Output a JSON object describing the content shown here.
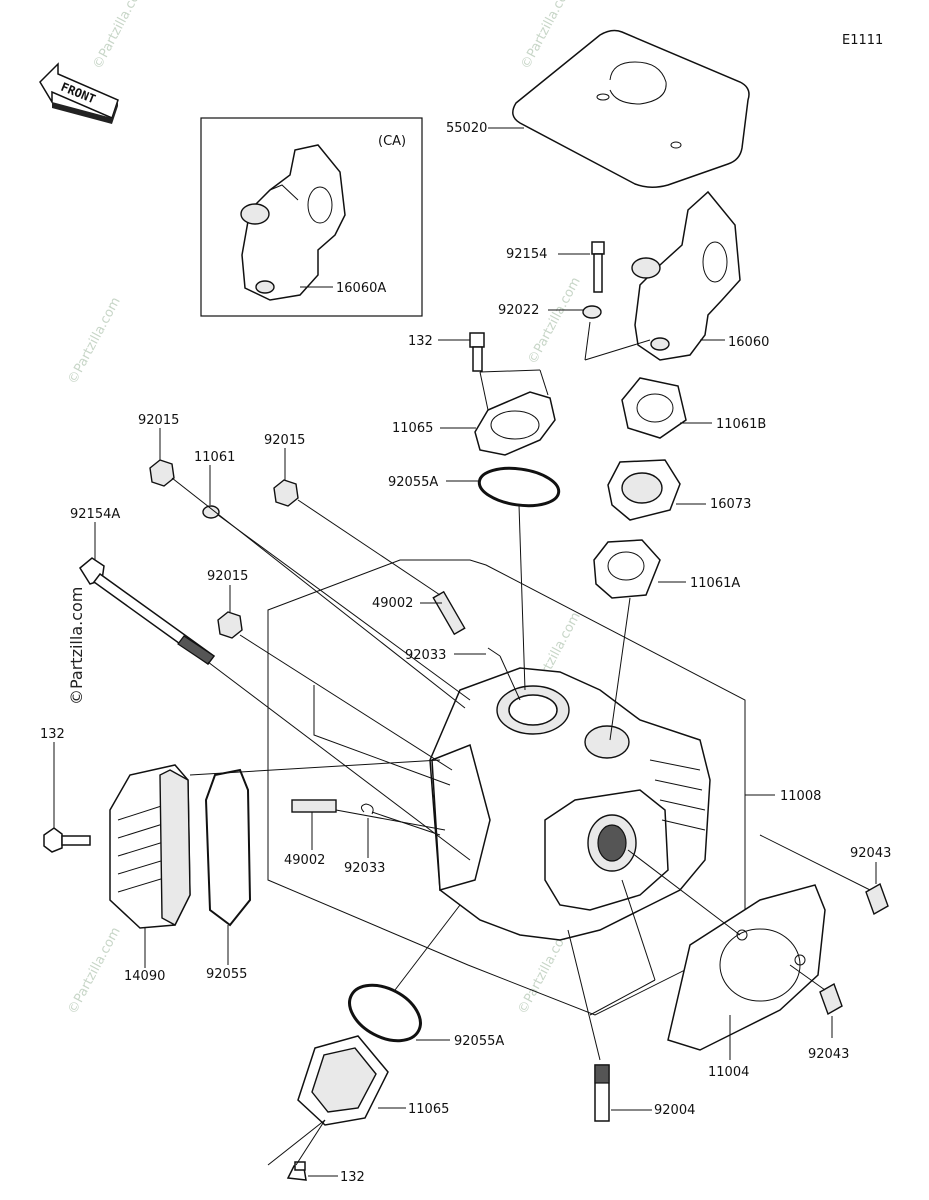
{
  "diagram_code": "E1111",
  "front_label": "FRONT",
  "ca_label": "(CA)",
  "watermark": "©Partzilla.com",
  "parts": [
    {
      "id": "p55020",
      "label": "55020"
    },
    {
      "id": "p92154",
      "label": "92154"
    },
    {
      "id": "p92022",
      "label": "92022"
    },
    {
      "id": "p16060",
      "label": "16060"
    },
    {
      "id": "p16060A",
      "label": "16060A"
    },
    {
      "id": "p132a",
      "label": "132"
    },
    {
      "id": "p11065a",
      "label": "11065"
    },
    {
      "id": "p11061B",
      "label": "11061B"
    },
    {
      "id": "p92055Aa",
      "label": "92055A"
    },
    {
      "id": "p16073",
      "label": "16073"
    },
    {
      "id": "p92015a",
      "label": "92015"
    },
    {
      "id": "p11061",
      "label": "11061"
    },
    {
      "id": "p92015b",
      "label": "92015"
    },
    {
      "id": "p92154A",
      "label": "92154A"
    },
    {
      "id": "p11061A",
      "label": "11061A"
    },
    {
      "id": "p92015c",
      "label": "92015"
    },
    {
      "id": "p49002a",
      "label": "49002"
    },
    {
      "id": "p92033a",
      "label": "92033"
    },
    {
      "id": "p132b",
      "label": "132"
    },
    {
      "id": "p11008",
      "label": "11008"
    },
    {
      "id": "p92043a",
      "label": "92043"
    },
    {
      "id": "p49002b",
      "label": "49002"
    },
    {
      "id": "p92033b",
      "label": "92033"
    },
    {
      "id": "p14090",
      "label": "14090"
    },
    {
      "id": "p92055",
      "label": "92055"
    },
    {
      "id": "p92043b",
      "label": "92043"
    },
    {
      "id": "p11004",
      "label": "11004"
    },
    {
      "id": "p92055Ab",
      "label": "92055A"
    },
    {
      "id": "p92004",
      "label": "92004"
    },
    {
      "id": "p11065b",
      "label": "11065"
    },
    {
      "id": "p132c",
      "label": "132"
    }
  ]
}
